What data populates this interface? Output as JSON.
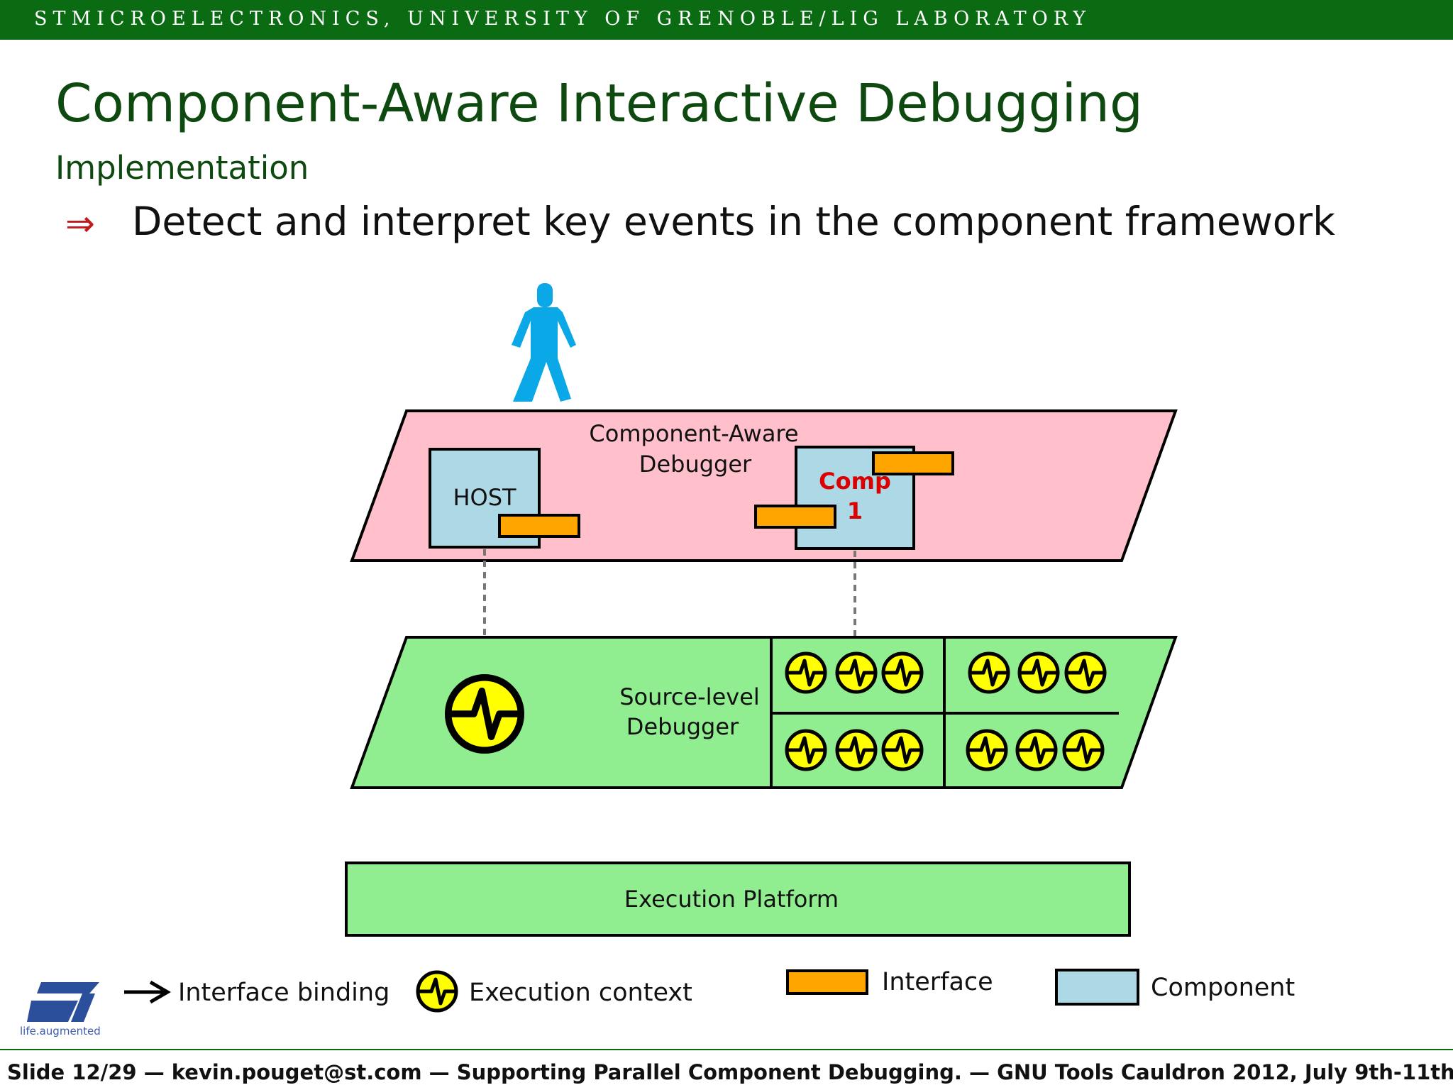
{
  "header": {
    "affiliation": "STMICROELECTRONICS, UNIVERSITY OF GRENOBLE/LIG LABORATORY"
  },
  "slide": {
    "title": "Component-Aware Interactive Debugging",
    "subtitle": "Implementation",
    "bullet_symbol": "⇒",
    "bullet_text": "Detect and interpret key events in the component framework"
  },
  "diagram": {
    "debugger_layer": {
      "label_line1": "Component-Aware",
      "label_line2": "Debugger",
      "color": "#ffc0cb"
    },
    "host_component": {
      "label": "HOST"
    },
    "comp_component": {
      "label_line1": "Comp",
      "label_line2": "1",
      "label_color": "#dd0000"
    },
    "source_layer": {
      "label_line1": "Source-level",
      "label_line2": "Debugger",
      "color": "#90ee90"
    },
    "platform": {
      "label": "Execution Platform"
    },
    "colors": {
      "component": "#add8e6",
      "interface": "#ffa500",
      "exec_context": "#ffff00",
      "user": "#0aa8e6"
    }
  },
  "legend": {
    "binding": "Interface binding",
    "exec_context": "Execution context",
    "interface": "Interface",
    "component": "Component"
  },
  "logo": {
    "caption": "life.augmented"
  },
  "footer": {
    "text": "Slide 12/29 — kevin.pouget@st.com — Supporting Parallel Component Debugging. — GNU Tools Cauldron 2012, July 9th-11th"
  }
}
